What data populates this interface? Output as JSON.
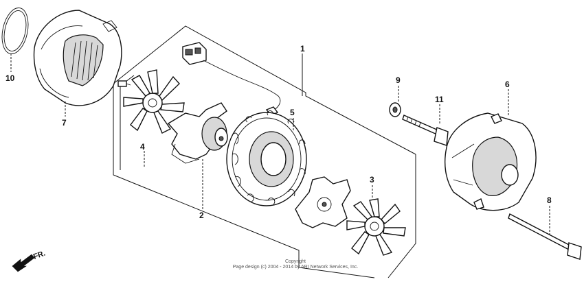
{
  "callouts": {
    "c1": "1",
    "c2": "2",
    "c3": "3",
    "c4": "4",
    "c5": "5",
    "c6": "6",
    "c7": "7",
    "c8": "8",
    "c9": "9",
    "c10": "10",
    "c11": "11"
  },
  "direction_label": "FR.",
  "copyright": {
    "line1": "Copyright",
    "line2": "Page design (c) 2004 - 2014 by ARI Network Services, Inc."
  },
  "colors": {
    "line": "#111111",
    "background": "#ffffff"
  }
}
